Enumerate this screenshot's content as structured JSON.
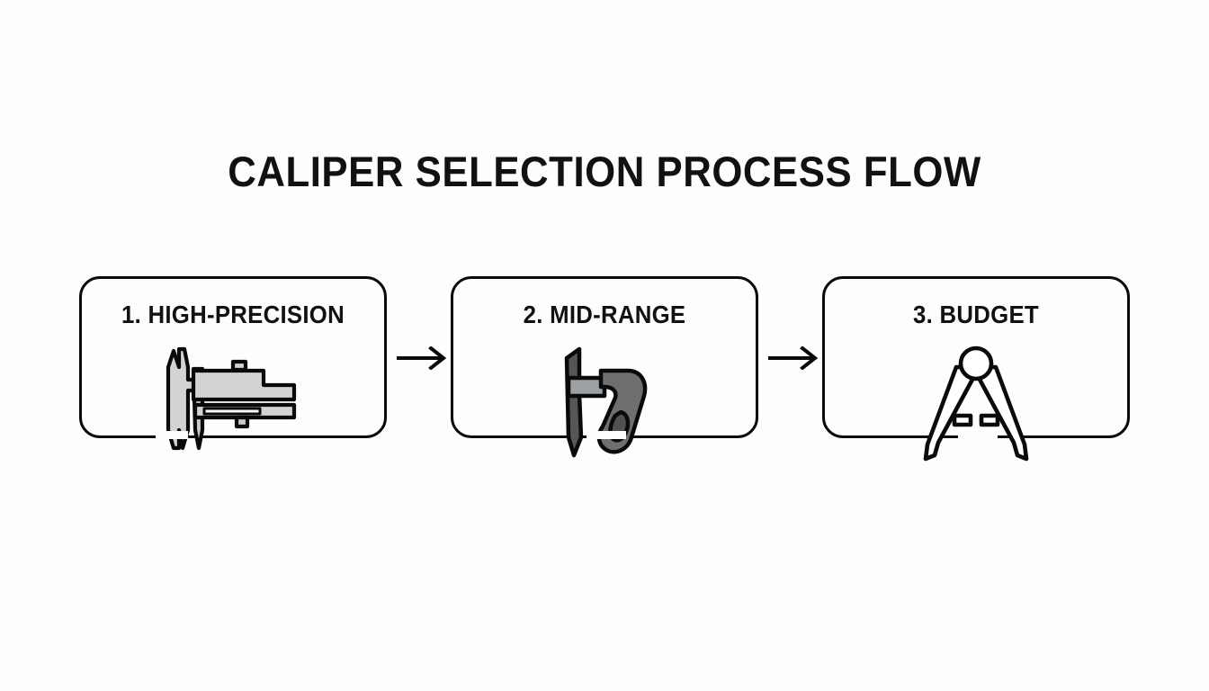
{
  "page": {
    "title": "Caliper Selection Process Flow",
    "background_color": "#fcfdfd",
    "ink_color": "#0a0a0a"
  },
  "flow": {
    "steps": [
      {
        "label": "1. High-Precision",
        "icon": "vernier-caliper-icon",
        "icon_colors": {
          "body": "#d3d3d3",
          "shade": "#bfbfbf",
          "outline": "#0a0a0a"
        }
      },
      {
        "label": "2. Mid-Range",
        "icon": "brake-caliper-icon",
        "icon_colors": {
          "body": "#6d6f71",
          "shade": "#4f5153",
          "bar": "#9ea1a4",
          "outline": "#0a0a0a"
        }
      },
      {
        "label": "3. Budget",
        "icon": "divider-caliper-icon",
        "icon_colors": {
          "body": "#ffffff",
          "outline": "#0a0a0a"
        }
      }
    ],
    "connectors": [
      {
        "name": "arrow-step1-to-step2",
        "glyph": "arrow-right-icon"
      },
      {
        "name": "arrow-step2-to-step3",
        "glyph": "arrow-right-icon"
      }
    ]
  }
}
